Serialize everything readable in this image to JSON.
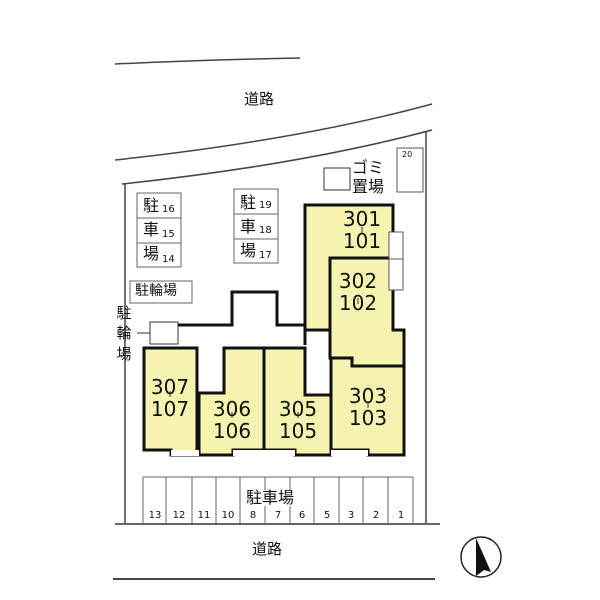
{
  "roads": {
    "top": "道路",
    "bottom": "道路"
  },
  "garbage": {
    "line1": "ゴミ",
    "line2": "置場"
  },
  "parking_lots": {
    "left_block": {
      "chars": [
        "駐",
        "車",
        "場"
      ],
      "numbers": [
        "16",
        "15",
        "14"
      ]
    },
    "middle_block": {
      "chars": [
        "駐",
        "車",
        "場"
      ],
      "numbers": [
        "19",
        "18",
        "17"
      ]
    },
    "space_20": "20",
    "bottom_label": "駐車場",
    "bottom_numbers": [
      "13",
      "12",
      "11",
      "10",
      "8",
      "7",
      "6",
      "5",
      "3",
      "2",
      "1"
    ]
  },
  "bicycle_parking": {
    "box_label": "駐輪場",
    "vertical_chars": [
      "駐",
      "輪",
      "場"
    ]
  },
  "units": [
    {
      "id": "unit-301-101",
      "upper": "301",
      "lower": "101"
    },
    {
      "id": "unit-302-102",
      "upper": "302",
      "lower": "102"
    },
    {
      "id": "unit-303-103",
      "upper": "303",
      "lower": "103"
    },
    {
      "id": "unit-305-105",
      "upper": "305",
      "lower": "105"
    },
    {
      "id": "unit-306-106",
      "upper": "306",
      "lower": "106"
    },
    {
      "id": "unit-307-107",
      "upper": "307",
      "lower": "107"
    }
  ],
  "compass": {
    "icon": "north-arrow-icon"
  },
  "colors": {
    "unit_fill": "#f6f2b0",
    "outline": "#111111",
    "line": "#555555"
  }
}
